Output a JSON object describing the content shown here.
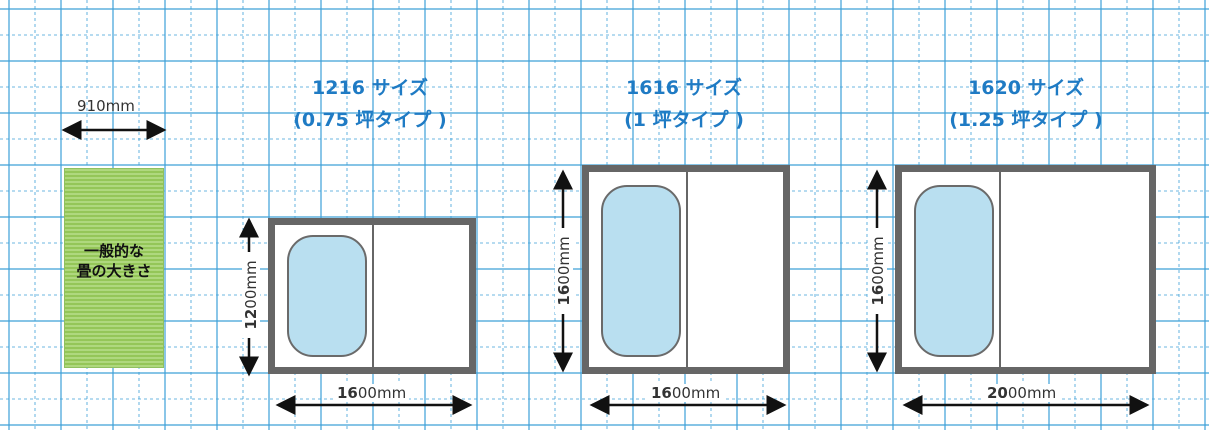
{
  "tatami": {
    "width_label": "910mm",
    "text_line1": "一般的な",
    "text_line2": "畳の大きさ"
  },
  "rooms": [
    {
      "title_line1": "1216 サイズ",
      "title_line2": "(0.75 坪タイプ )",
      "height_bold": "12",
      "height_rest": "00mm",
      "width_bold": "16",
      "width_rest": "00mm"
    },
    {
      "title_line1": "1616 サイズ",
      "title_line2": "(1 坪タイプ )",
      "height_bold": "16",
      "height_rest": "00mm",
      "width_bold": "16",
      "width_rest": "00mm"
    },
    {
      "title_line1": "1620 サイズ",
      "title_line2": "(1.25 坪タイプ )",
      "height_bold": "16",
      "height_rest": "00mm",
      "width_bold": "20",
      "width_rest": "00mm"
    }
  ],
  "colors": {
    "title": "#1f7bc4",
    "grid": "#3da0d8",
    "wall": "#666666",
    "tub": "#b9dff0",
    "tatami": "#9dcf62"
  }
}
